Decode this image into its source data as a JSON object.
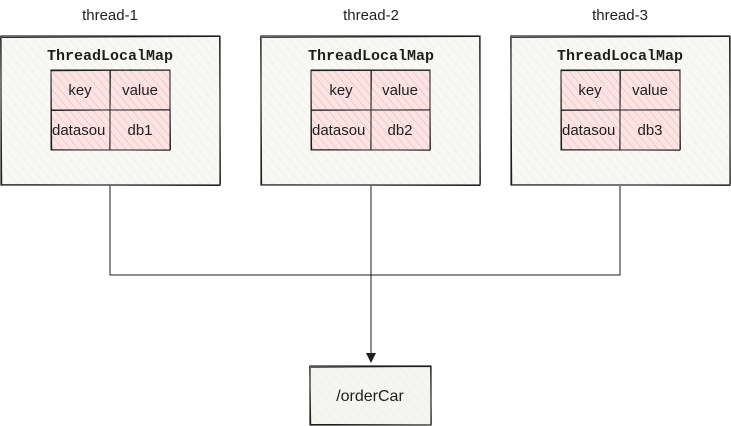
{
  "colors": {
    "stroke": "#1e1e1e",
    "thread_fill": "#f8f8f4",
    "cell_fill": "#fbe4e4",
    "hatch": "#f2b8b8",
    "target_fill": "#f5f5f2"
  },
  "threads": [
    {
      "title": "thread-1",
      "map_title": "ThreadLocalMap",
      "cells": {
        "key_header": "key",
        "value_header": "value",
        "key": "datasou",
        "value": "db1"
      }
    },
    {
      "title": "thread-2",
      "map_title": "ThreadLocalMap",
      "cells": {
        "key_header": "key",
        "value_header": "value",
        "key": "datasou",
        "value": "db2"
      }
    },
    {
      "title": "thread-3",
      "map_title": "ThreadLocalMap",
      "cells": {
        "key_header": "key",
        "value_header": "value",
        "key": "datasou",
        "value": "db3"
      }
    }
  ],
  "target": {
    "label": "/orderCar"
  }
}
